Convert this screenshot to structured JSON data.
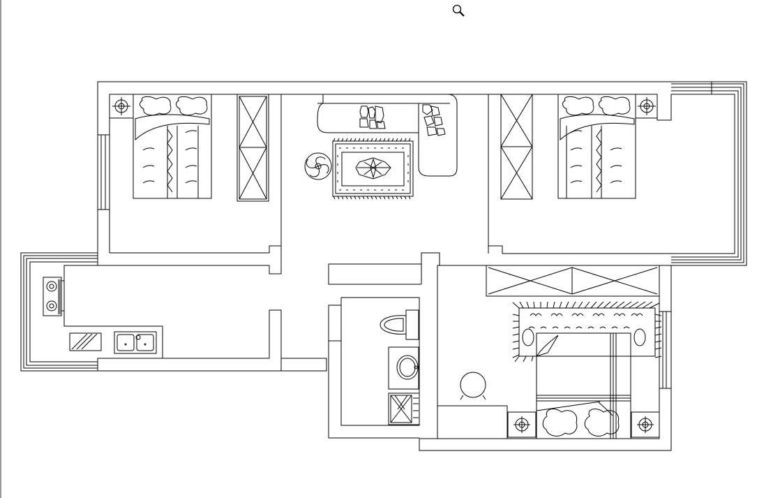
{
  "viewer": {
    "tool_icon": "magnifier-zoom-icon",
    "line_color": "#000000",
    "background_color": "#ffffff",
    "frame_color": "#9a9a9a"
  },
  "plan": {
    "rooms": [
      "bedroom-left",
      "living-room",
      "bedroom-right",
      "kitchen",
      "bathroom",
      "master-bedroom",
      "balcony"
    ],
    "furniture_icons": [
      "double-bed-icon",
      "wardrobe-icon",
      "sofa-icon",
      "rug-icon",
      "plant-icon",
      "stove-icon",
      "sink-icon",
      "toilet-icon",
      "washbasin-icon",
      "shower-icon",
      "round-table-icon",
      "nightstand-lamp-icon"
    ]
  }
}
